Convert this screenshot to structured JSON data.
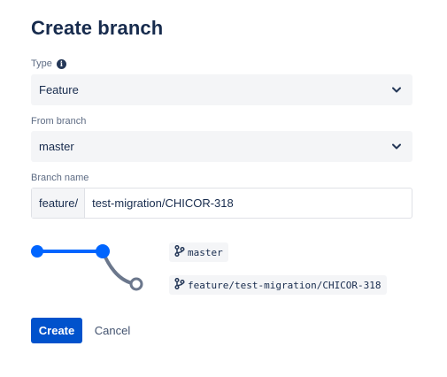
{
  "dialog": {
    "title": "Create branch"
  },
  "type_field": {
    "label": "Type",
    "value": "Feature",
    "info_icon": "info-icon"
  },
  "from_branch_field": {
    "label": "From branch",
    "value": "master"
  },
  "branch_name_field": {
    "label": "Branch name",
    "prefix": "feature/",
    "value": "test-migration/CHICOR-318"
  },
  "preview": {
    "source_branch": "master",
    "new_branch": "feature/test-migration/CHICOR-318",
    "colors": {
      "line": "#0065ff",
      "branch_line": "#6b778c"
    }
  },
  "actions": {
    "create_label": "Create",
    "cancel_label": "Cancel"
  }
}
